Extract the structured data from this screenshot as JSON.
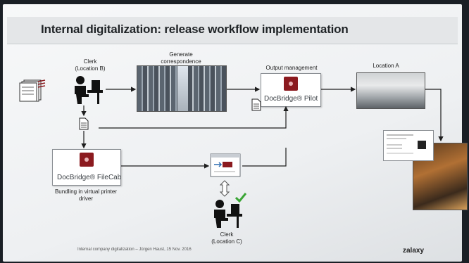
{
  "slide": {
    "title": "Internal digitalization: release workflow implementation",
    "footer": "Internal company digitalization – Jürgen Haust, 15 Nov. 2016",
    "footer_logo": "zalaxy"
  },
  "labels": {
    "clerk_b": "Clerk\n(Location B)",
    "generate": "Generate\ncorrespondence",
    "output_management": "Output management",
    "location_a": "Location A",
    "bundling": "Bundling in virtual printer\ndriver",
    "clerk_c": "Clerk\n(Location C)"
  },
  "boxes": {
    "pilot": "DocBridge® Pilot",
    "filecab": "DocBridge® FileCab"
  },
  "colors": {
    "brand_red": "#8b1a1f",
    "check_green": "#3aa535",
    "arrow": "#1e1e1e"
  },
  "icons": [
    "doc-stack-icon",
    "clerk-icon",
    "document-icon",
    "browser-window-icon",
    "double-arrow-icon",
    "checkmark-icon"
  ]
}
